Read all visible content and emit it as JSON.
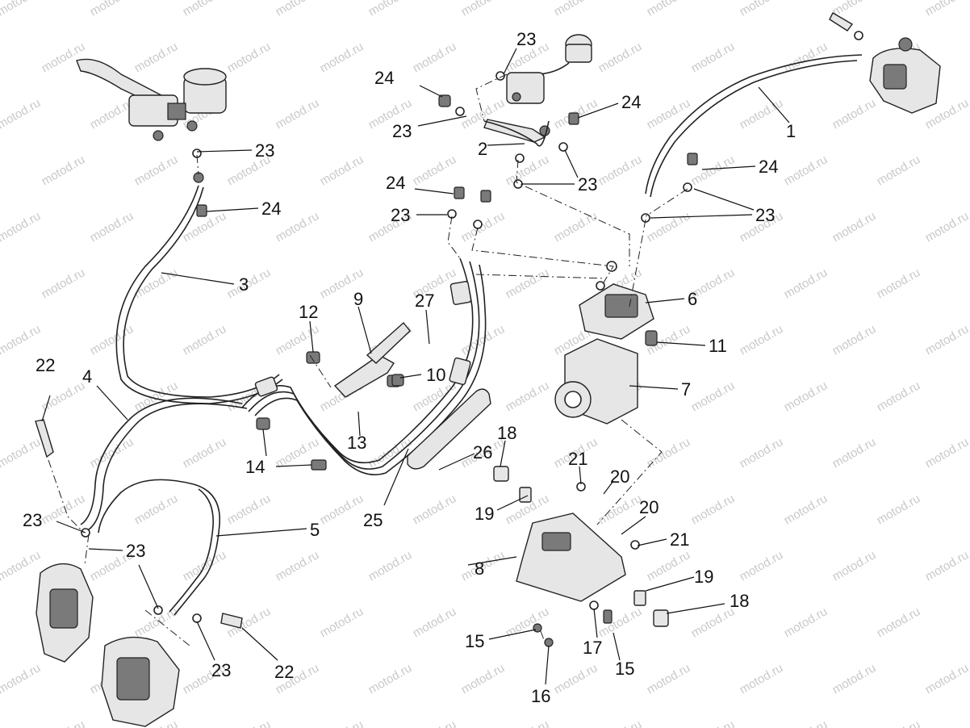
{
  "watermark": "motod.ru",
  "labels": {
    "l1": "1",
    "l2": "2",
    "l3": "3",
    "l4": "4",
    "l5": "5",
    "l6": "6",
    "l7": "7",
    "l8": "8",
    "l9": "9",
    "l10": "10",
    "l11": "11",
    "l12": "12",
    "l13": "13",
    "l14": "14",
    "l15a": "15",
    "l15b": "15",
    "l16": "16",
    "l17": "17",
    "l18a": "18",
    "l18b": "18",
    "l19a": "19",
    "l19b": "19",
    "l20a": "20",
    "l20b": "20",
    "l21a": "21",
    "l21b": "21",
    "l22a": "22",
    "l22b": "22",
    "l23a": "23",
    "l23b": "23",
    "l23c": "23",
    "l23d": "23",
    "l23e": "23",
    "l23f": "23",
    "l23g": "23",
    "l23h": "23",
    "l23i": "23",
    "l24a": "24",
    "l24b": "24",
    "l24c": "24",
    "l24d": "24",
    "l24e": "24",
    "l25": "25",
    "l26": "26",
    "l27": "27"
  }
}
